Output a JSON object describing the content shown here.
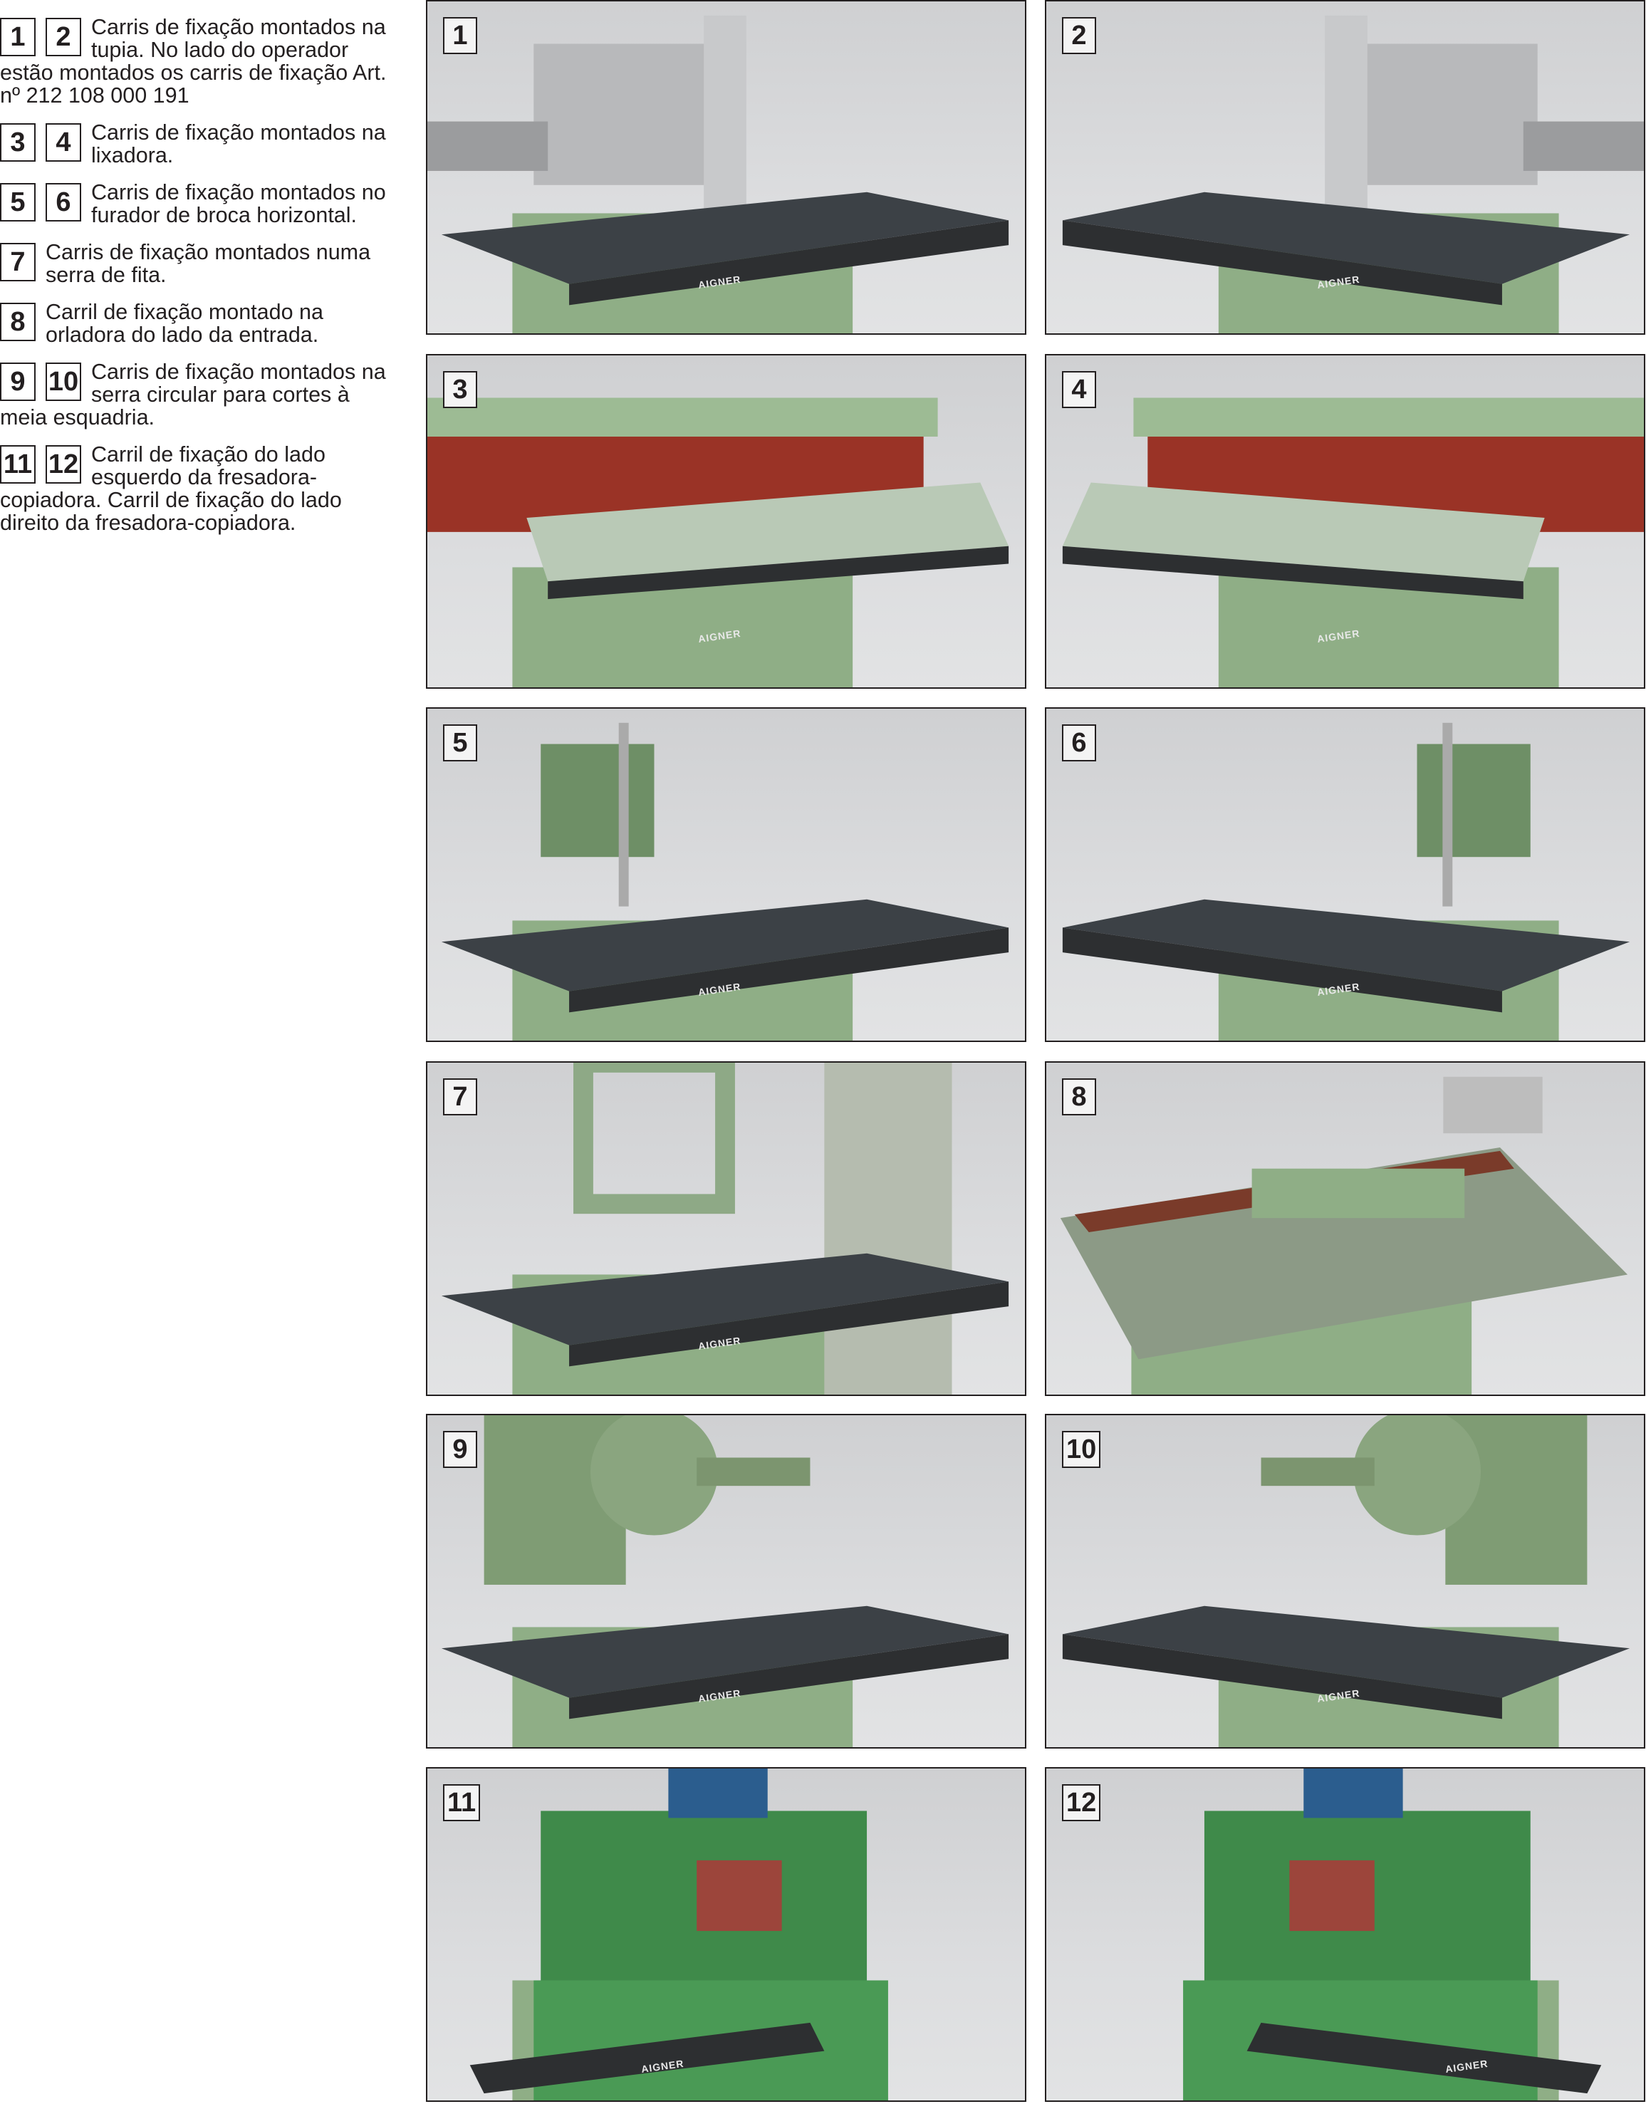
{
  "captions": [
    {
      "numbers": [
        "1",
        "2"
      ],
      "text": "Carris de fixação monta­dos na tupia. No lado do operador estão montados os carris de fixação Art. nº 212 108 000 191"
    },
    {
      "numbers": [
        "3",
        "4"
      ],
      "text": "Carris de fixação monta­dos na lixadora."
    },
    {
      "numbers": [
        "5",
        "6"
      ],
      "text": "Carris de fixação monta­dos no furador de broca horizontal."
    },
    {
      "numbers": [
        "7"
      ],
      "text": "Carris de fixação montados numa serra de fita."
    },
    {
      "numbers": [
        "8"
      ],
      "text": "Carril de fixação montado na orladora  do lado da entrada."
    },
    {
      "numbers": [
        "9",
        "10"
      ],
      "text": "Carris de fixação monta­dos na serra circular para cortes à meia esquadria."
    },
    {
      "numbers": [
        "11",
        "12"
      ],
      "text": "Carril de fixação do lado esquerdo da fresadora-copiadora. Carril de fixação do lado direito da fresadora-copiadora."
    }
  ],
  "panels": [
    {
      "label": "1",
      "machine": "tupia"
    },
    {
      "label": "2",
      "machine": "tupia"
    },
    {
      "label": "3",
      "machine": "lixadora"
    },
    {
      "label": "4",
      "machine": "lixadora"
    },
    {
      "label": "5",
      "machine": "furador"
    },
    {
      "label": "6",
      "machine": "furador"
    },
    {
      "label": "7",
      "machine": "serra-de-fita"
    },
    {
      "label": "8",
      "machine": "orladora"
    },
    {
      "label": "9",
      "machine": "serra-circular"
    },
    {
      "label": "10",
      "machine": "serra-circular"
    },
    {
      "label": "11",
      "machine": "fresadora-copiadora"
    },
    {
      "label": "12",
      "machine": "fresadora-copiadora"
    }
  ],
  "brand": "AIGNER",
  "colors": {
    "machine_green": "#8fae86",
    "table_dark": "#3c4146",
    "rail": "#2d2f31",
    "belt": "#9a3326",
    "background": "#d6d7d9"
  }
}
